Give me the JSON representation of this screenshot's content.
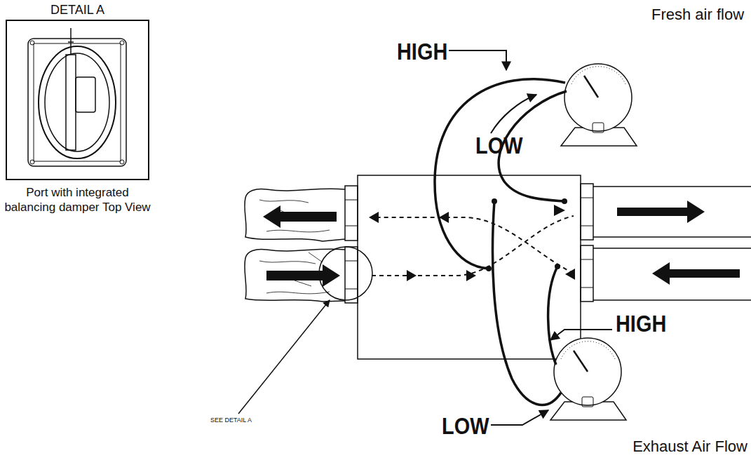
{
  "diagram": {
    "nodes": [
      {
        "text": [
          "DETAIL A",
          "Port with integrated balancing damper Top View"
        ]
      }
    ],
    "labels": [
      "Fresh air flow",
      "HIGH",
      "LOW",
      "HIGH",
      "LOW",
      "Exhaust Air Flow",
      "SEE DETAIL A"
    ]
  }
}
